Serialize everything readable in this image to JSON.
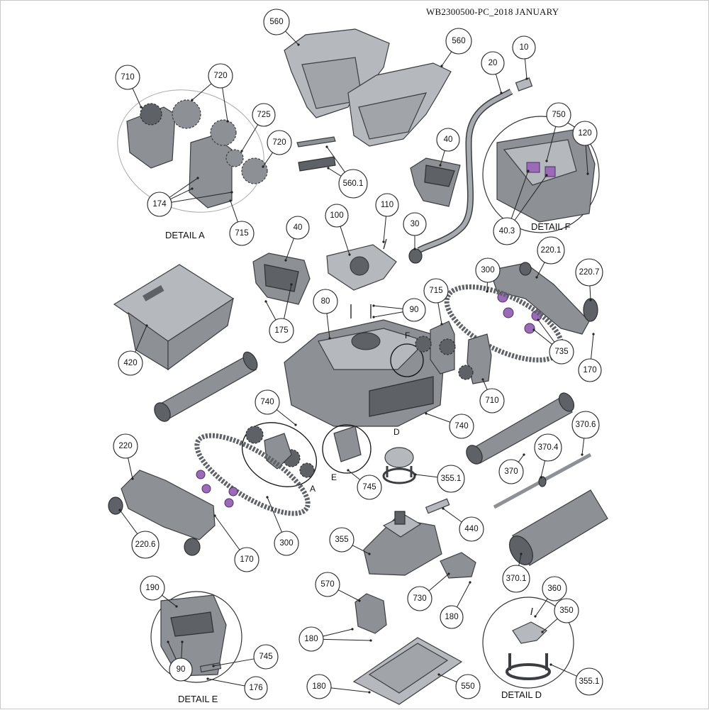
{
  "header": {
    "doc_id": "WB2300500-PC_2018 JANUARY"
  },
  "detail_labels": {
    "a": "DETAIL A",
    "d": "DETAIL D",
    "e": "DETAIL E",
    "f": "DETAIL F"
  },
  "detail_marks": {
    "a": "A",
    "d": "D",
    "e": "E",
    "f": "F"
  },
  "callouts": [
    "560",
    "560",
    "10",
    "20",
    "710",
    "720",
    "725",
    "720",
    "750",
    "120",
    "560.1",
    "40",
    "174",
    "715",
    "40.3",
    "40",
    "100",
    "110",
    "30",
    "220.1",
    "300",
    "220.7",
    "715",
    "90",
    "175",
    "420",
    "80",
    "735",
    "170",
    "710",
    "740",
    "740",
    "220",
    "370.6",
    "370.4",
    "355.1",
    "370",
    "745",
    "440",
    "220.6",
    "170",
    "300",
    "355",
    "370.1",
    "570",
    "730",
    "180",
    "190",
    "360",
    "350",
    "180",
    "745",
    "90",
    "355.1",
    "176",
    "180",
    "550"
  ],
  "colors": {
    "part": "#8d9095",
    "part_light": "#b5b8bc",
    "part_dark": "#5e6166",
    "accent": "#9b6bb8"
  }
}
